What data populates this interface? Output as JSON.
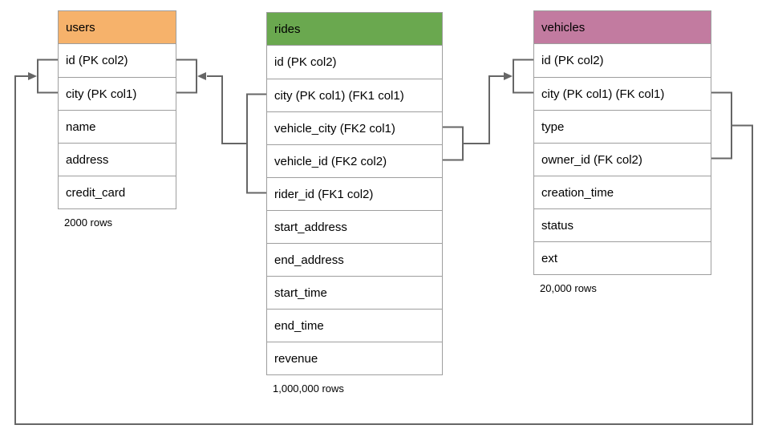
{
  "diagram": {
    "title": "database-schema",
    "line_color": "#666666",
    "tables": {
      "users": {
        "name": "users",
        "header_color": "#F6B26B",
        "columns": [
          "id (PK col2)",
          "city (PK col1)",
          "name",
          "address",
          "credit_card"
        ],
        "row_count": "2000 rows"
      },
      "rides": {
        "name": "rides",
        "header_color": "#6AA84F",
        "columns": [
          "id (PK col2)",
          "city (PK col1) (FK1 col1)",
          "vehicle_city (FK2 col1)",
          "vehicle_id (FK2 col2)",
          "rider_id (FK1 col2)",
          "start_address",
          "end_address",
          "start_time",
          "end_time",
          "revenue"
        ],
        "row_count": "1,000,000 rows"
      },
      "vehicles": {
        "name": "vehicles",
        "header_color": "#C27BA0",
        "columns": [
          "id (PK col2)",
          "city (PK col1) (FK col1)",
          "type",
          "owner_id (FK col2)",
          "creation_time",
          "status",
          "ext"
        ],
        "row_count": "20,000 rows"
      }
    },
    "relationships": [
      {
        "from": "rides (city FK1 col1, rider_id FK1 col2)",
        "to": "users (city PK col1, id PK col2)"
      },
      {
        "from": "rides (vehicle_city FK2 col1, vehicle_id FK2 col2)",
        "to": "vehicles (city PK col1, id PK col2)"
      },
      {
        "from": "vehicles (city FK col1, owner_id FK col2)",
        "to": "users (city PK col1, id PK col2)"
      }
    ]
  }
}
